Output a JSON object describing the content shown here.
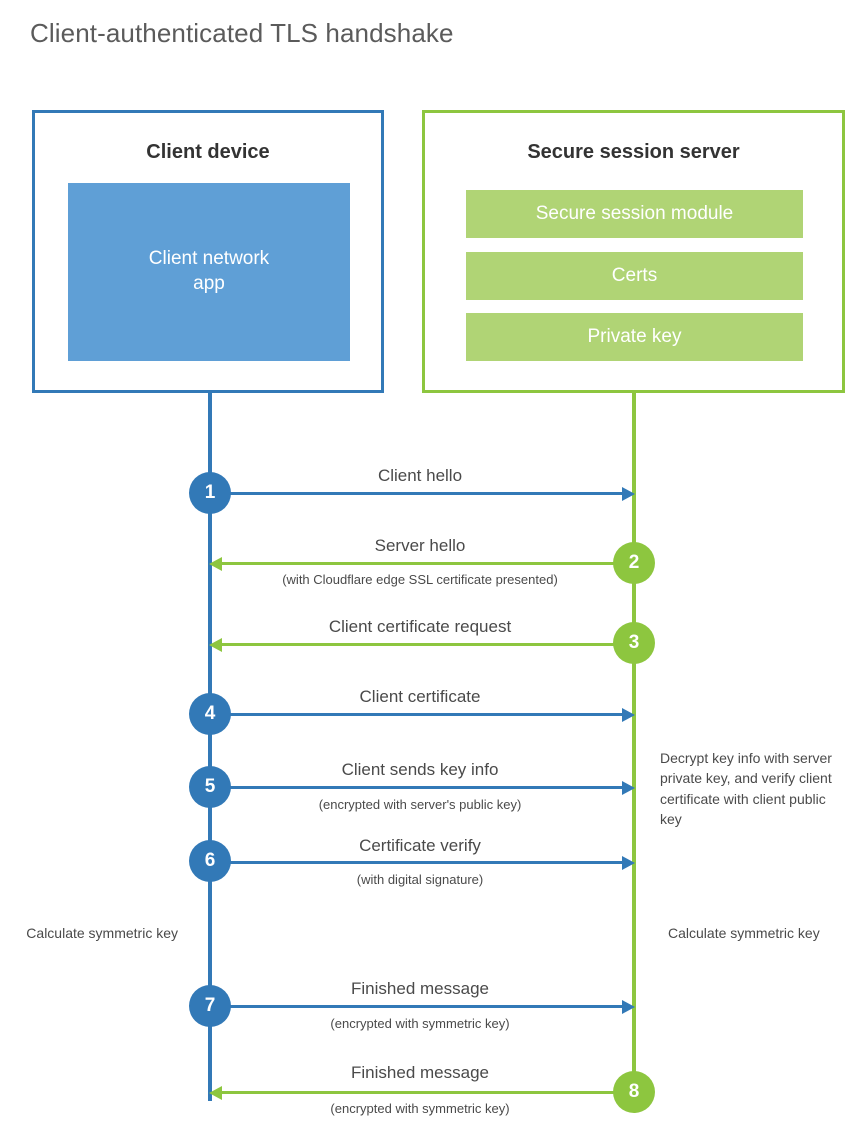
{
  "page": {
    "title": "Client-authenticated TLS handshake",
    "colors": {
      "client_blue": "#3279b7",
      "client_app_fill": "#5f9fd6",
      "server_green": "#8dc63f",
      "server_bar_fill": "#b0d475",
      "text_gray": "#4a4a4a",
      "title_gray": "#5b5b5b"
    }
  },
  "parties": {
    "client": {
      "title": "Client device",
      "app_label": "Client network\napp"
    },
    "server": {
      "title": "Secure session server",
      "components": [
        "Secure session module",
        "Certs",
        "Private key"
      ]
    }
  },
  "steps": [
    {
      "number": "1",
      "label": "Client hello",
      "sublabel": "",
      "direction": "right",
      "color": "blue",
      "origin": "client"
    },
    {
      "number": "2",
      "label": "Server hello",
      "sublabel": "(with Cloudflare edge SSL certificate presented)",
      "direction": "left",
      "color": "green",
      "origin": "server"
    },
    {
      "number": "3",
      "label": "Client certificate request",
      "sublabel": "",
      "direction": "left",
      "color": "green",
      "origin": "server"
    },
    {
      "number": "4",
      "label": "Client certificate",
      "sublabel": "",
      "direction": "right",
      "color": "blue",
      "origin": "client"
    },
    {
      "number": "5",
      "label": "Client sends key info",
      "sublabel": "(encrypted with server's public key)",
      "direction": "right",
      "color": "blue",
      "origin": "client"
    },
    {
      "number": "6",
      "label": "Certificate verify",
      "sublabel": "(with digital signature)",
      "direction": "right",
      "color": "blue",
      "origin": "client"
    },
    {
      "number": "7",
      "label": "Finished message",
      "sublabel": "(encrypted with symmetric key)",
      "direction": "right",
      "color": "blue",
      "origin": "client"
    },
    {
      "number": "8",
      "label": "Finished message",
      "sublabel": "(encrypted with symmetric key)",
      "direction": "left",
      "color": "green",
      "origin": "server"
    }
  ],
  "annotations": {
    "decrypt_note": "Decrypt key info with server private key, and verify client certificate with client public key",
    "calculate_client": "Calculate symmetric key",
    "calculate_server": "Calculate symmetric key"
  }
}
